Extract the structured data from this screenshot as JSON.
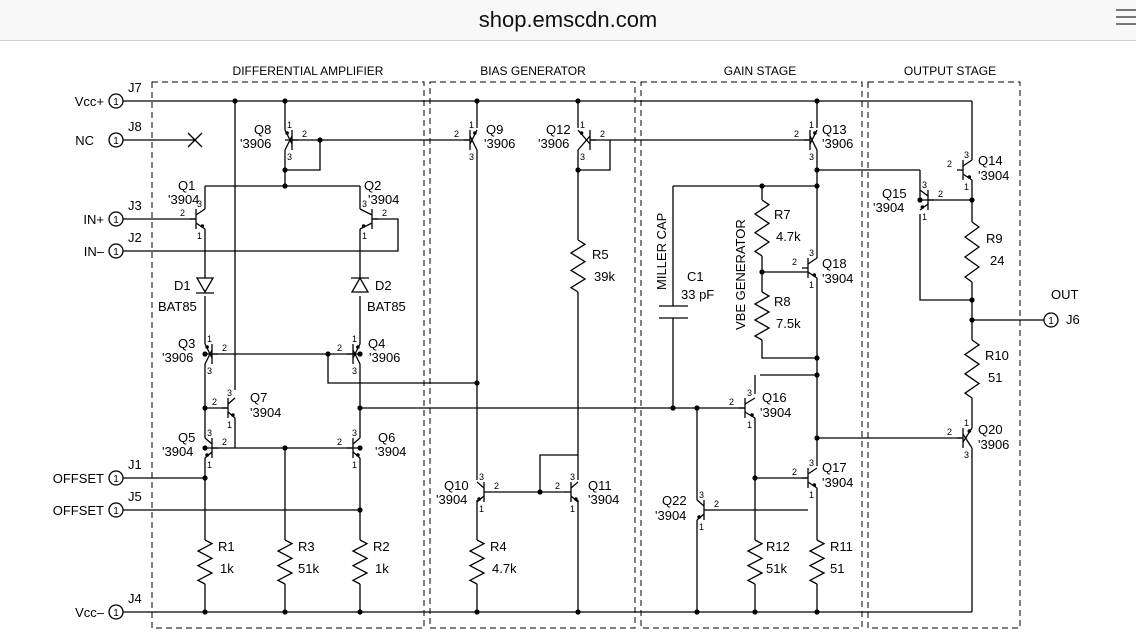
{
  "browser": {
    "url": "shop.emscdn.com"
  },
  "sections": [
    "DIFFERENTIAL AMPLIFIER",
    "BIAS GENERATOR",
    "GAIN STAGE",
    "OUTPUT STAGE"
  ],
  "pins": {
    "vcc_plus": {
      "label": "Vcc+",
      "ref": "J7"
    },
    "nc": {
      "label": "NC",
      "ref": "J8"
    },
    "in_plus": {
      "label": "IN+",
      "ref": "J3"
    },
    "in_minus": {
      "label": "IN–",
      "ref": "J2"
    },
    "offset1": {
      "label": "OFFSET",
      "ref": "J1"
    },
    "offset2": {
      "label": "OFFSET",
      "ref": "J5"
    },
    "vcc_minus": {
      "label": "Vcc–",
      "ref": "J4"
    },
    "out": {
      "label": "OUT",
      "ref": "J6"
    },
    "pin_num": "1"
  },
  "transistors": {
    "q1": {
      "name": "Q1",
      "part": "'3904"
    },
    "q2": {
      "name": "Q2",
      "part": "'3904"
    },
    "q3": {
      "name": "Q3",
      "part": "'3906"
    },
    "q4": {
      "name": "Q4",
      "part": "'3906"
    },
    "q5": {
      "name": "Q5",
      "part": "'3904"
    },
    "q6": {
      "name": "Q6",
      "part": "'3904"
    },
    "q7": {
      "name": "Q7",
      "part": "'3904"
    },
    "q8": {
      "name": "Q8",
      "part": "'3906"
    },
    "q9": {
      "name": "Q9",
      "part": "'3906"
    },
    "q10": {
      "name": "Q10",
      "part": "'3904"
    },
    "q11": {
      "name": "Q11",
      "part": "'3904"
    },
    "q12": {
      "name": "Q12",
      "part": "'3906"
    },
    "q13": {
      "name": "Q13",
      "part": "'3906"
    },
    "q14": {
      "name": "Q14",
      "part": "'3904"
    },
    "q15": {
      "name": "Q15",
      "part": "'3904"
    },
    "q16": {
      "name": "Q16",
      "part": "'3904"
    },
    "q17": {
      "name": "Q17",
      "part": "'3904"
    },
    "q18": {
      "name": "Q18",
      "part": "'3904"
    },
    "q20": {
      "name": "Q20",
      "part": "'3906"
    },
    "q22": {
      "name": "Q22",
      "part": "'3904"
    }
  },
  "resistors": {
    "r1": {
      "name": "R1",
      "value": "1k"
    },
    "r2": {
      "name": "R2",
      "value": "1k"
    },
    "r3": {
      "name": "R3",
      "value": "51k"
    },
    "r4": {
      "name": "R4",
      "value": "4.7k"
    },
    "r5": {
      "name": "R5",
      "value": "39k"
    },
    "r7": {
      "name": "R7",
      "value": "4.7k"
    },
    "r8": {
      "name": "R8",
      "value": "7.5k"
    },
    "r9": {
      "name": "R9",
      "value": "24"
    },
    "r10": {
      "name": "R10",
      "value": "51"
    },
    "r11": {
      "name": "R11",
      "value": "51"
    },
    "r12": {
      "name": "R12",
      "value": "51k"
    }
  },
  "diodes": {
    "d1": {
      "name": "D1",
      "part": "BAT85"
    },
    "d2": {
      "name": "D2",
      "part": "BAT85"
    }
  },
  "capacitor": {
    "label": "MILLER CAP",
    "name": "C1",
    "value": "33 pF"
  },
  "vbe_label": "VBE GENERATOR",
  "pin_labels": {
    "b": "2",
    "c": "3",
    "e": "1"
  }
}
